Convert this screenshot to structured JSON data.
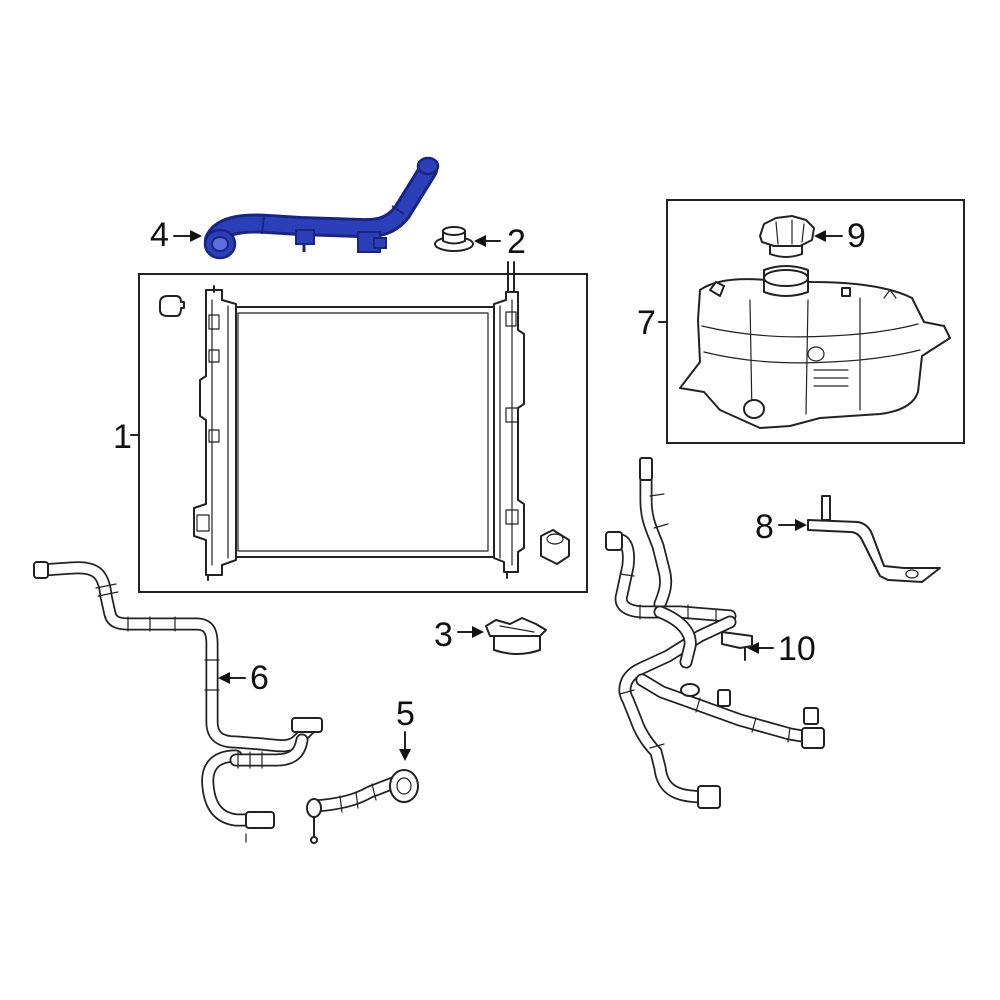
{
  "diagram": {
    "highlight_color": "#2b3fb8",
    "line_color": "#222222",
    "callouts": [
      {
        "id": "c1",
        "number": "1"
      },
      {
        "id": "c2",
        "number": "2"
      },
      {
        "id": "c3",
        "number": "3"
      },
      {
        "id": "c4",
        "number": "4"
      },
      {
        "id": "c5",
        "number": "5"
      },
      {
        "id": "c6",
        "number": "6"
      },
      {
        "id": "c7",
        "number": "7"
      },
      {
        "id": "c8",
        "number": "8"
      },
      {
        "id": "c9",
        "number": "9"
      },
      {
        "id": "c10",
        "number": "10"
      }
    ]
  }
}
